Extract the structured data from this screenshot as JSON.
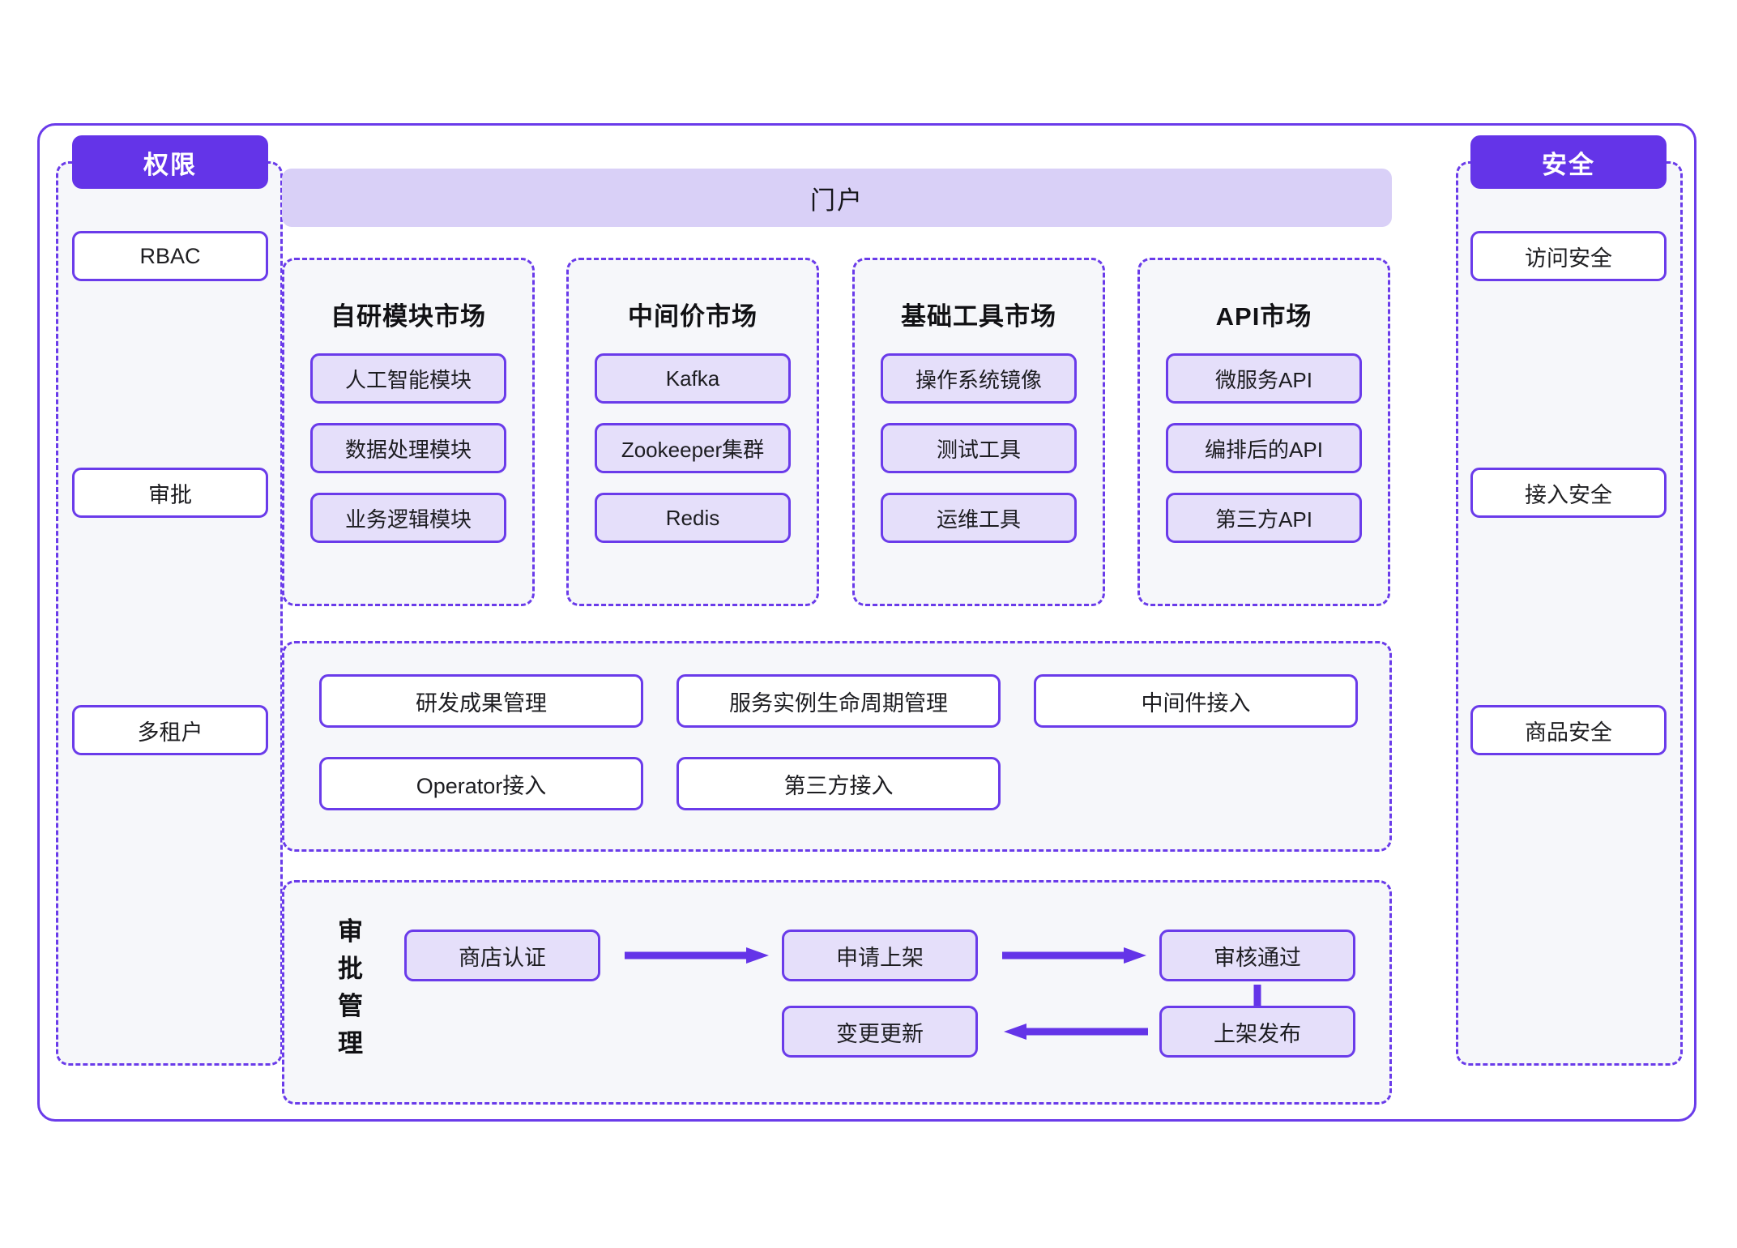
{
  "left_column": {
    "header": "权限",
    "items": [
      {
        "label": "RBAC"
      },
      {
        "label": "审批"
      },
      {
        "label": "多租户"
      }
    ]
  },
  "right_column": {
    "header": "安全",
    "items": [
      {
        "label": "访问安全"
      },
      {
        "label": "接入安全"
      },
      {
        "label": "商品安全"
      }
    ]
  },
  "portal": {
    "title": "门户"
  },
  "markets": [
    {
      "title": "自研模块市场",
      "items": [
        "人工智能模块",
        "数据处理模块",
        "业务逻辑模块"
      ]
    },
    {
      "title": "中间价市场",
      "items": [
        "Kafka",
        "Zookeeper集群",
        "Redis"
      ]
    },
    {
      "title": "基础工具市场",
      "items": [
        "操作系统镜像",
        "测试工具",
        "运维工具"
      ]
    },
    {
      "title": "API市场",
      "items": [
        "微服务API",
        "编排后的API",
        "第三方API"
      ]
    }
  ],
  "capabilities": {
    "row1": [
      "研发成果管理",
      "服务实例生命周期管理",
      "中间件接入"
    ],
    "row2": [
      "Operator接入",
      "第三方接入"
    ]
  },
  "workflow": {
    "label": "审批管理",
    "nodes": [
      {
        "id": "shop-cert",
        "label": "商店认证"
      },
      {
        "id": "apply-listing",
        "label": "申请上架"
      },
      {
        "id": "review-passed",
        "label": "审核通过"
      },
      {
        "id": "publish",
        "label": "上架发布"
      },
      {
        "id": "change-update",
        "label": "变更更新"
      }
    ],
    "connections": [
      {
        "from": "shop-cert",
        "to": "apply-listing",
        "direction": "right"
      },
      {
        "from": "apply-listing",
        "to": "review-passed",
        "direction": "right"
      },
      {
        "from": "review-passed",
        "to": "publish",
        "direction": "down"
      },
      {
        "from": "publish",
        "to": "change-update",
        "direction": "left"
      }
    ]
  },
  "colors": {
    "accent": "#6a3bea",
    "header_fill": "#6434e8",
    "portal_fill": "#d9d0f7",
    "pill_fill": "#e5dffa",
    "panel_fill": "#f6f7fa",
    "page_bg": "#ffffff"
  }
}
